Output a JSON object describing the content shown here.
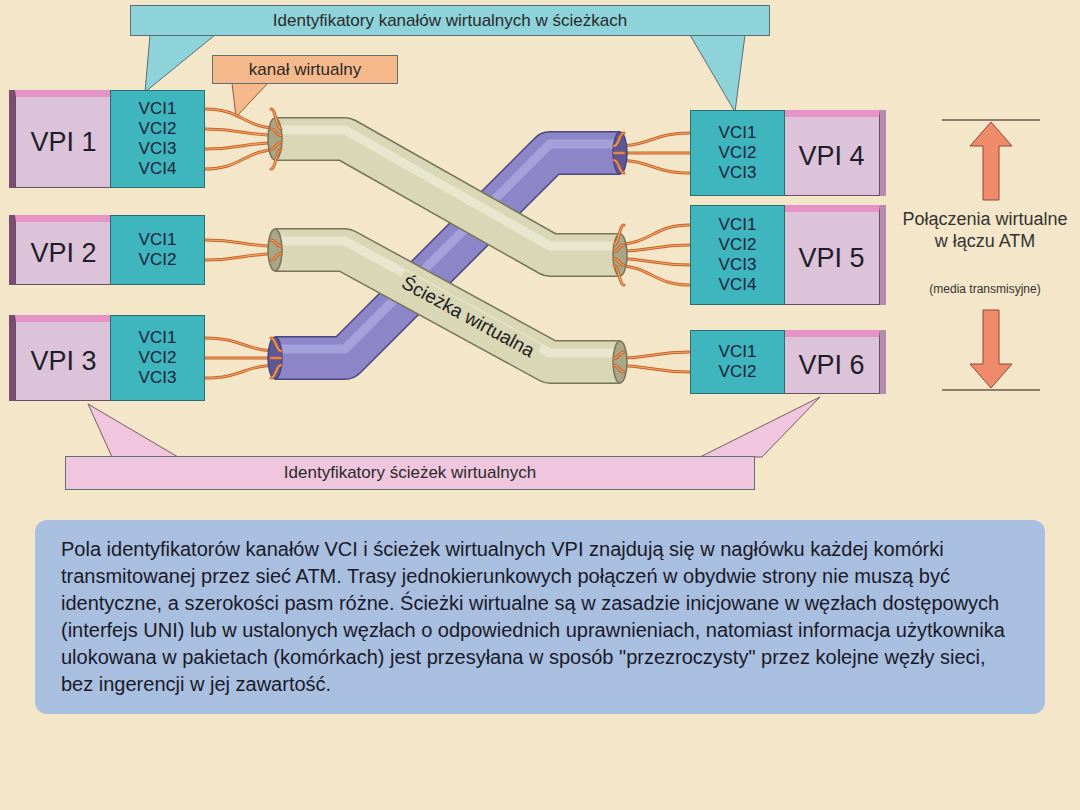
{
  "diagram": {
    "caption": "Pola identyfikatorów kanałów VCI i ścieżek wirtualnych VPI znajdują się w nagłówku każdej komórki transmitowanej przez sieć ATM. Trasy jednokierunkowych połączeń w obydwie strony nie muszą być identyczne, a szerokości pasm różne. Ścieżki wirtualne są w zasadzie inicjowane w węzłach dostępowych (interfejs UNI) lub w ustalonych węzłach o odpowiednich uprawnieniach, natomiast informacja użytkownika ulokowana w pakietach (komórkach) jest przesyłana w sposób \"przezroczysty\" przez kolejne węzły sieci, bez ingerencji w jej zawartość.",
    "nodes": [
      {
        "text": [
          "Identyfikatory kanałów wirtualnych w ścieżkach"
        ]
      },
      {
        "text": [
          "kanał wirtualny"
        ]
      },
      {
        "text": [
          "VPI 1"
        ]
      },
      {
        "text": [
          "VCI1",
          "VCI2",
          "VCI3",
          "VCI4"
        ],
        "in": 2
      },
      {
        "text": [
          "VPI 4"
        ]
      },
      {
        "text": [
          "VCI1",
          "VCI2",
          "VCI3"
        ],
        "in": 4
      },
      {
        "text": [
          "VPI 2"
        ]
      },
      {
        "text": [
          "VCI1",
          "VCI2"
        ],
        "in": 6
      },
      {
        "text": [
          "VPI 5"
        ]
      },
      {
        "text": [
          "VCI1",
          "VCI2",
          "VCI3",
          "VCI4"
        ],
        "in": 8
      },
      {
        "text": [
          "VPI 3"
        ]
      },
      {
        "text": [
          "VCI1",
          "VCI2",
          "VCI3"
        ],
        "in": 10
      },
      {
        "text": [
          "VPI 6"
        ]
      },
      {
        "text": [
          "VCI1",
          "VCI2"
        ],
        "in": 12
      },
      {
        "text": [
          "Identyfikatory ścieżek wirtualnych"
        ]
      }
    ],
    "edges": [
      {
        "from": 3,
        "to": 9,
        "arrow": "none"
      },
      {
        "from": 7,
        "to": 13,
        "arrow": "none",
        "label": "Ścieżka wirtualna"
      },
      {
        "from": 11,
        "to": 5,
        "arrow": "none"
      }
    ],
    "labels": [
      "Połączenia wirtualne w łączu ATM",
      "(media transmisyjne)"
    ]
  }
}
